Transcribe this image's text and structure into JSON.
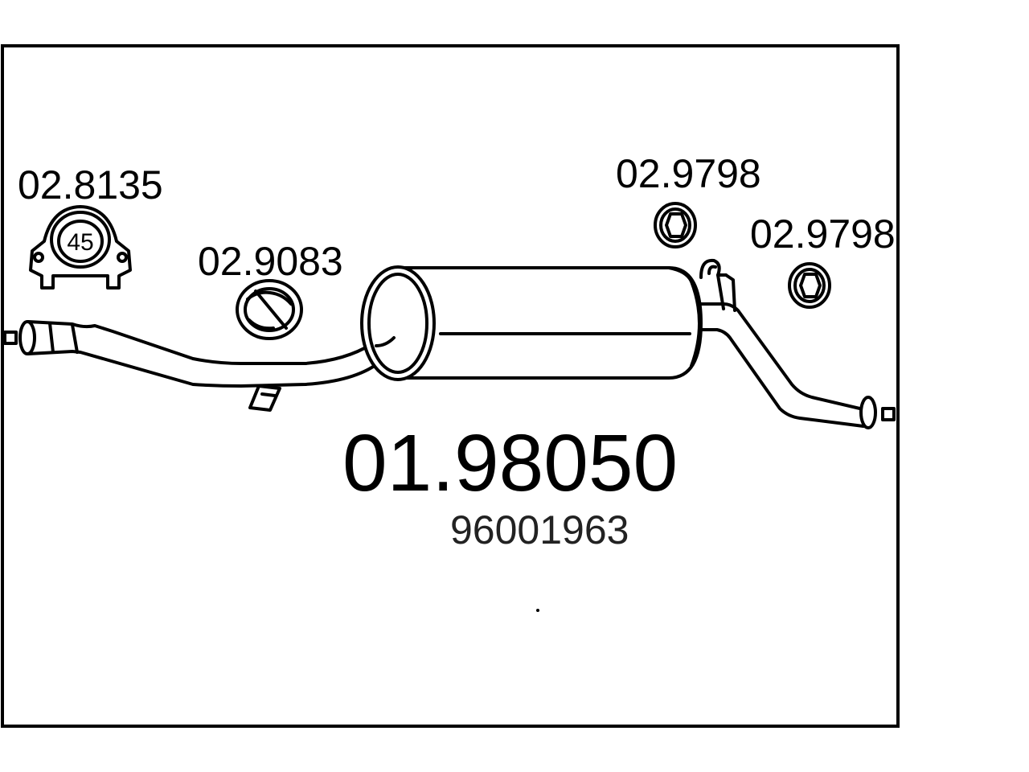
{
  "diagram": {
    "main_part_number": "01.98050",
    "oem_number": "96001963",
    "clamp": {
      "part_number": "02.8135",
      "size_badge": "45"
    },
    "gasket": {
      "part_number": "02.9083"
    },
    "rubber_mount_1": {
      "part_number": "02.9798"
    },
    "rubber_mount_2": {
      "part_number": "02.9798"
    }
  }
}
